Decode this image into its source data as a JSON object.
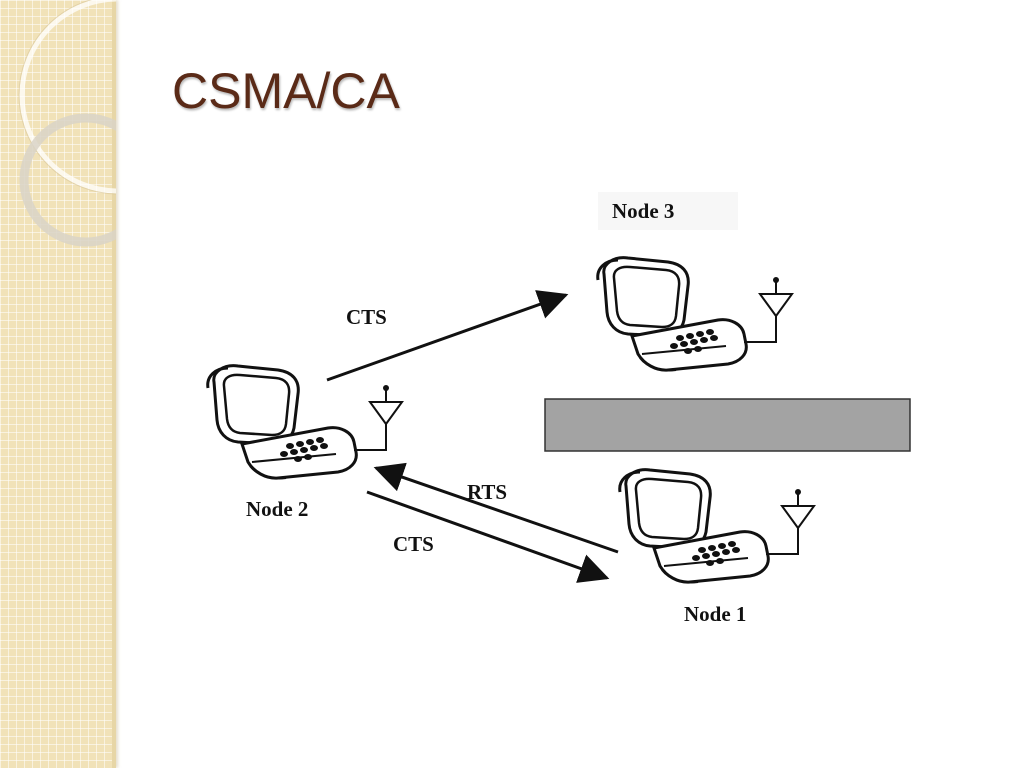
{
  "slide": {
    "title": "CSMA/CA"
  },
  "diagram": {
    "nodes": [
      {
        "id": "node-3",
        "label": "Node 3"
      },
      {
        "id": "node-2",
        "label": "Node 2"
      },
      {
        "id": "node-1",
        "label": "Node 1"
      }
    ],
    "messages": {
      "cts_to_node3": "CTS",
      "rts_from_node1": "RTS",
      "cts_to_node1": "CTS"
    },
    "obstacle_color": "#a3a3a3"
  },
  "theme": {
    "title_color": "#5a2a17",
    "sidebar_color": "#f1e2b8"
  }
}
